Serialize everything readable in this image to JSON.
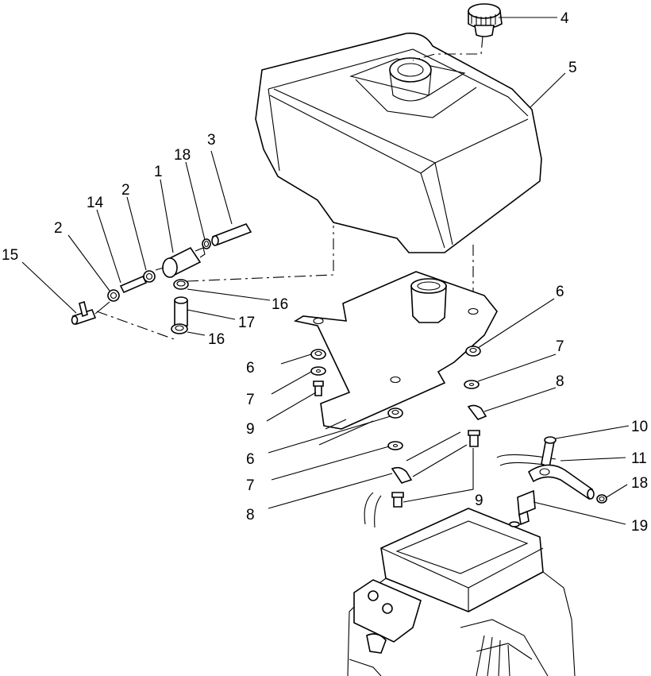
{
  "callouts": [
    {
      "id": "c-4",
      "label": "4"
    },
    {
      "id": "c-5",
      "label": "5"
    },
    {
      "id": "c-3",
      "label": "3"
    },
    {
      "id": "c-18a",
      "label": "18"
    },
    {
      "id": "c-1",
      "label": "1"
    },
    {
      "id": "c-2a",
      "label": "2"
    },
    {
      "id": "c-14",
      "label": "14"
    },
    {
      "id": "c-2b",
      "label": "2"
    },
    {
      "id": "c-15",
      "label": "15"
    },
    {
      "id": "c-16a",
      "label": "16"
    },
    {
      "id": "c-17",
      "label": "17"
    },
    {
      "id": "c-16b",
      "label": "16"
    },
    {
      "id": "c-6a",
      "label": "6"
    },
    {
      "id": "c-7a",
      "label": "7"
    },
    {
      "id": "c-9a",
      "label": "9"
    },
    {
      "id": "c-6b",
      "label": "6"
    },
    {
      "id": "c-7b",
      "label": "7"
    },
    {
      "id": "c-8a",
      "label": "8"
    },
    {
      "id": "c-6c",
      "label": "6"
    },
    {
      "id": "c-7c",
      "label": "7"
    },
    {
      "id": "c-8b",
      "label": "8"
    },
    {
      "id": "c-9b",
      "label": "9"
    },
    {
      "id": "c-10",
      "label": "10"
    },
    {
      "id": "c-11",
      "label": "11"
    },
    {
      "id": "c-18b",
      "label": "18"
    },
    {
      "id": "c-19",
      "label": "19"
    }
  ]
}
